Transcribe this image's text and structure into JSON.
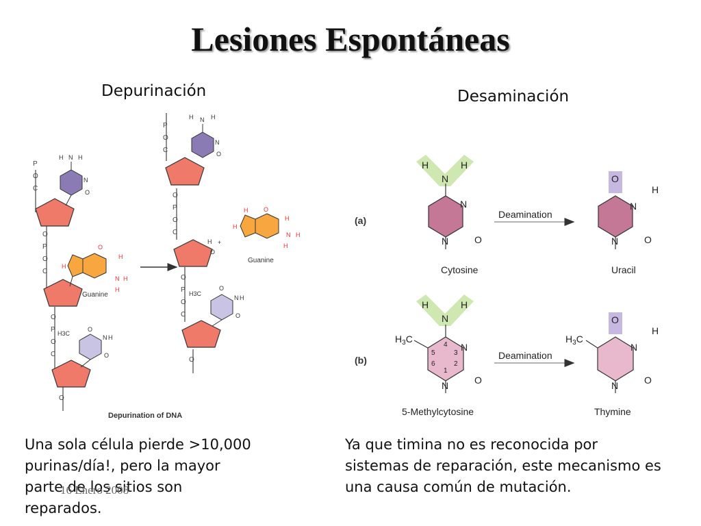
{
  "title": "Lesiones Espontáneas",
  "depurination": {
    "heading": "Depurinación",
    "figure_caption": "Depurination of DNA",
    "guanine_label": "Guanine",
    "backbone_p": "P",
    "backbone_o": "O",
    "backbone_c": "C",
    "plus": "+",
    "methyl": "H3C"
  },
  "deamination": {
    "heading": "Desaminación",
    "row_a": {
      "label": "(a)",
      "reactant": "Cytosine",
      "arrow": "Deamination",
      "product": "Uracil"
    },
    "row_b": {
      "label": "(b)",
      "reactant": "5-Methylcytosine",
      "arrow": "Deamination",
      "product": "Thymine"
    },
    "ring_numbers": [
      "1",
      "2",
      "3",
      "4",
      "5",
      "6"
    ]
  },
  "captions": {
    "left": [
      "Una sola célula pierde >10,000",
      "purinas/día!, pero la mayor",
      "parte de los sitios son",
      "reparados."
    ],
    "right": [
      "Ya que timina no es reconocida por",
      "sistemas de reparación, este mecanismo es",
      "una causa común de mutación."
    ]
  },
  "footer": {
    "date": "16 Enero 2008"
  },
  "colors": {
    "sugar": "#f07a6a",
    "purine": "#f8a640",
    "pyrimidine_purple": "#8b7bb5",
    "pyrimidine_lavender": "#c9c3e4",
    "cytosine": "#c47896",
    "thymine": "#e8b8cc",
    "amine_highlight": "#cfe7b0",
    "oxygen_highlight": "#c7b8e2"
  }
}
